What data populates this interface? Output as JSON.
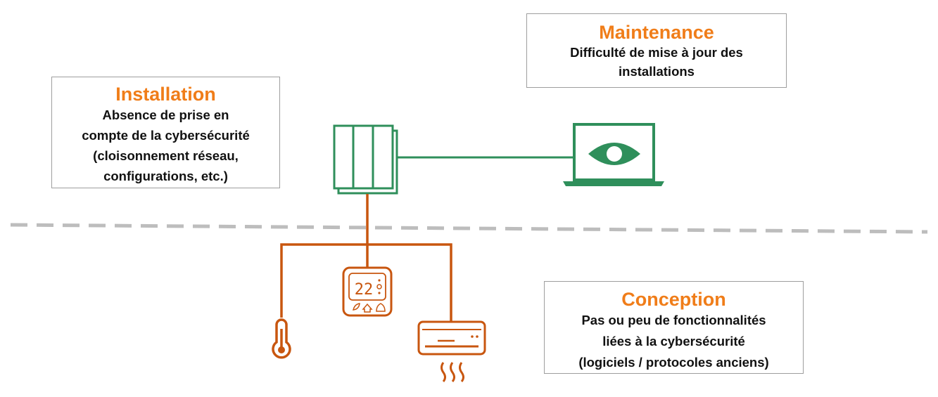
{
  "colors": {
    "accent": "#f07d19",
    "network_green": "#2f8f5b",
    "device_orange": "#c8560f",
    "separator_gray": "#bdbdbd"
  },
  "boxes": {
    "maintenance": {
      "title": "Maintenance",
      "body": "Difficulté de mise à jour des\ninstallations"
    },
    "installation": {
      "title": "Installation",
      "body": "Absence de prise en\ncompte de la cybersécurité\n(cloisonnement  réseau,\nconfigurations, etc.)"
    },
    "conception": {
      "title": "Conception",
      "body": "Pas ou peu de fonctionnalités\nliées à la cybersécurité\n(logiciels / protocoles anciens)"
    }
  },
  "icons": {
    "controller": "controller-cabinet-icon",
    "supervision": "laptop-eye-icon",
    "thermometer": "thermometer-icon",
    "thermostat": "thermostat-icon",
    "air_conditioner": "air-conditioner-icon"
  },
  "thermostat_display": "22"
}
